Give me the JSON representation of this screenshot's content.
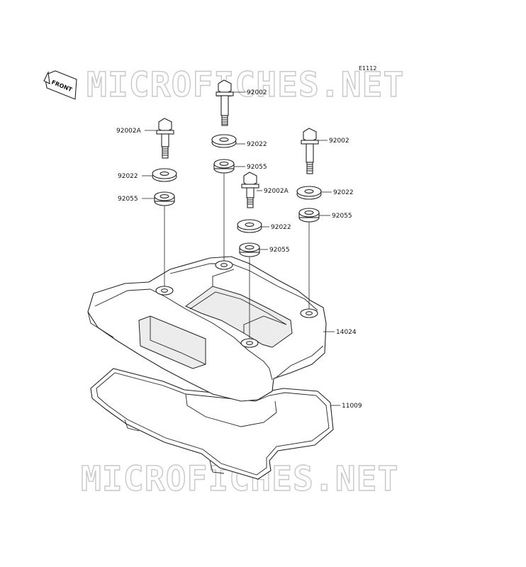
{
  "diagram_code": "E1112",
  "front_label": "FRONT",
  "watermarks": [
    "MICROFICHES.NET",
    "MICROFICHES.NET"
  ],
  "labels": {
    "bolt_center": "92002",
    "washer_center": "92022",
    "seal_center": "92055",
    "bolt_left": "92002A",
    "washer_left": "92022",
    "seal_left": "92055",
    "bolt_mid": "92002A",
    "washer_mid": "92022",
    "seal_mid": "92055",
    "bolt_right": "92002",
    "washer_right": "92022",
    "seal_right": "92055",
    "cover": "14024",
    "gasket": "11009"
  }
}
